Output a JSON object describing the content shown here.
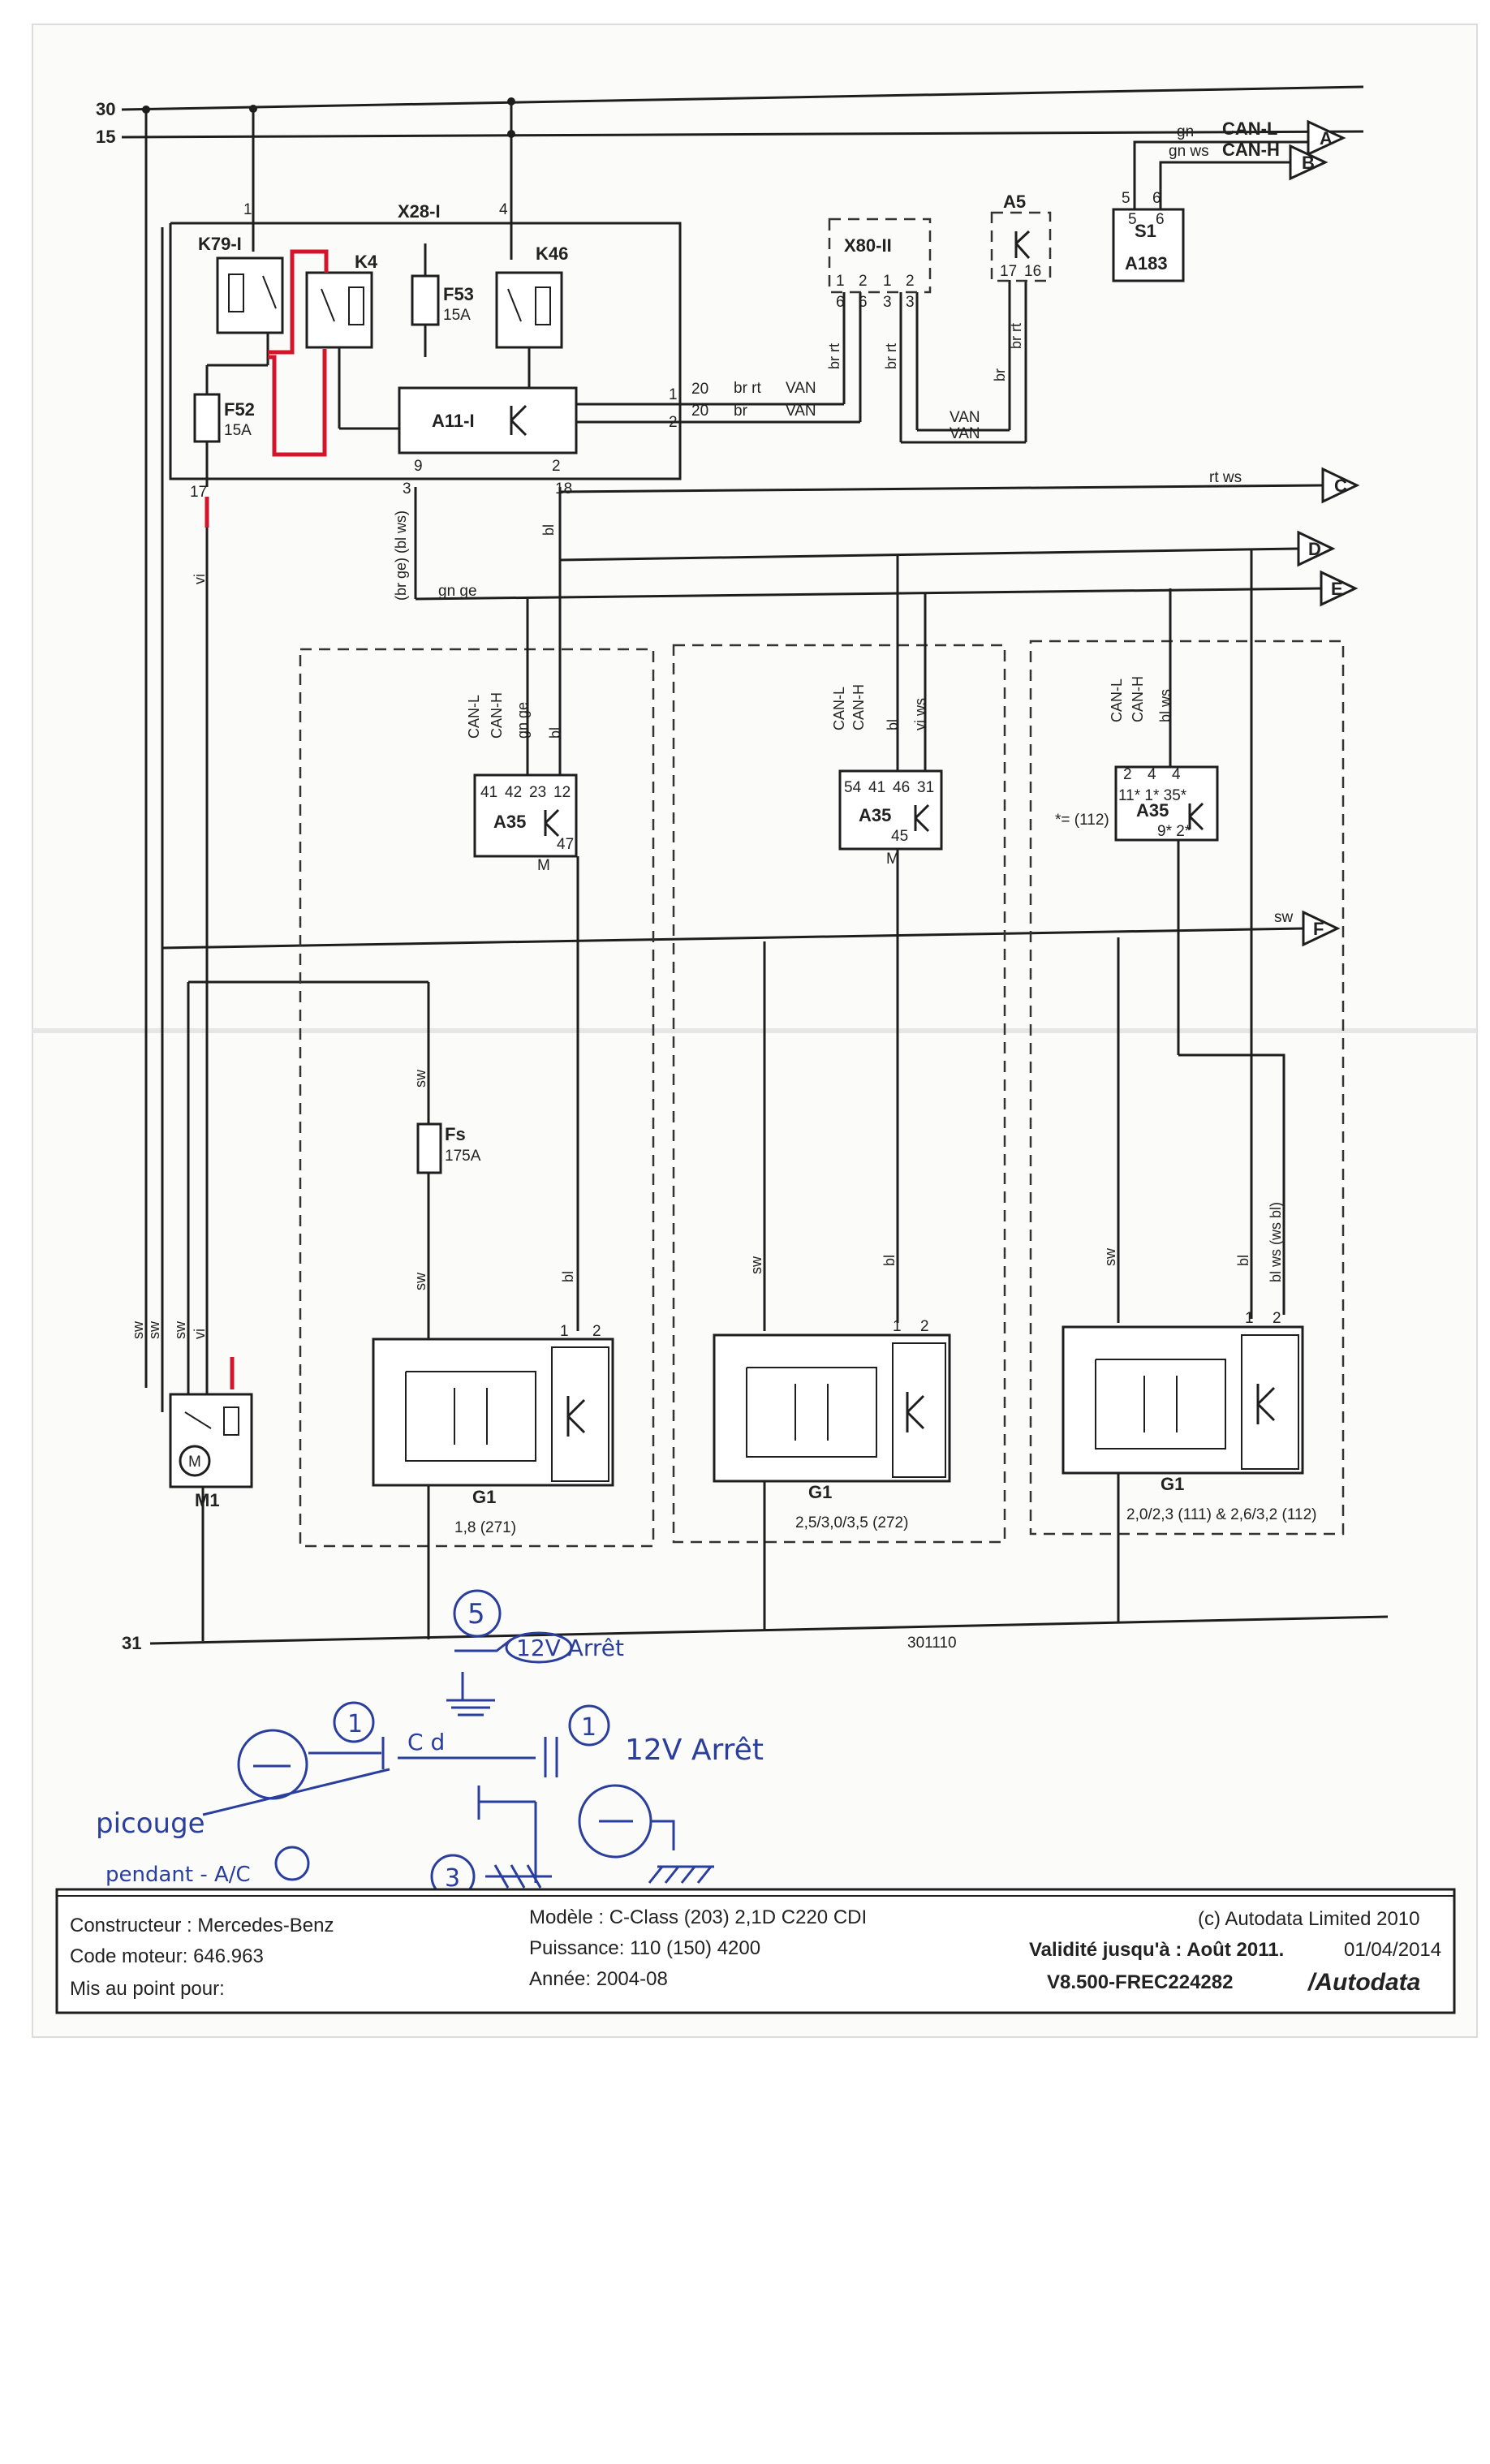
{
  "buses": {
    "b30": "30",
    "b15": "15",
    "b31": "31"
  },
  "modules": {
    "k79": "K79-I",
    "k4": "K4",
    "k46": "K46",
    "x28": "X28-I",
    "f53": "F53",
    "f53_rating": "15A",
    "f52": "F52",
    "f52_rating": "15A",
    "a11": "A11-I",
    "x80": "X80-II",
    "a5": "A5",
    "s1": "S1",
    "a183": "A183",
    "a35": "A35",
    "g1": "G1",
    "m1": "M1",
    "fs": "Fs",
    "fs_rating": "175A"
  },
  "pins": {
    "p1": "1",
    "p2": "2",
    "p3": "3",
    "p4": "4",
    "p5": "5",
    "p6": "6",
    "p9": "9",
    "p12": "12",
    "p16": "16",
    "p17": "17",
    "p18": "18",
    "p20": "20",
    "p23": "23",
    "p31": "31",
    "p41": "41",
    "p42": "42",
    "p46": "46",
    "p47": "47",
    "p54": "54",
    "p45": "45",
    "a35c_top": "11*  1*  35*",
    "a35c_bot": "9*  2*",
    "f": "F",
    "m": "M"
  },
  "wires": {
    "can_l": "CAN-L",
    "can_h": "CAN-H",
    "gn": "gn",
    "gn_ws": "gn ws",
    "br_rt": "br rt",
    "br": "br",
    "van": "VAN",
    "rt_ws": "rt ws",
    "bl": "bl",
    "gn_ge": "gn ge",
    "br_ge_bl_ws": "(br ge) (bl ws)",
    "vi": "vi",
    "sw": "sw",
    "gn_ge_v": "gn ge",
    "vi_ws": "vi ws",
    "bl_ws_v": "bl ws",
    "bl_ws_ws_bl": "bl ws (ws bl)",
    "star_note": "*= (112)"
  },
  "connectors": {
    "A": "A",
    "B": "B",
    "C": "C",
    "D": "D",
    "E": "E",
    "F": "F"
  },
  "variants": {
    "v1": "1,8 (271)",
    "v2": "2,5/3,0/3,5 (272)",
    "v3": "2,0/2,3 (111) & 2,6/3,2 (112)"
  },
  "drawing_ref": "301110",
  "handwritten": {
    "n5": "5",
    "n1a": "1",
    "n1b": "1",
    "n3": "3",
    "note_12v_a": "12V Arrêt",
    "note_12v_b": "12V Arrêt",
    "cd": "C d",
    "left1": "picouge",
    "left2": "pendant  -  A/C"
  },
  "footer": {
    "constructeur": "Constructeur : Mercedes-Benz",
    "code_moteur": "Code moteur: 646.963",
    "mis_au_point": "Mis au point pour:",
    "modele": "Modèle : C-Class (203) 2,1D C220 CDI",
    "puissance": "Puissance: 110 (150) 4200",
    "annee": "Année: 2004-08",
    "copyright": "(c) Autodata Limited 2010",
    "validite": "Validité jusqu'à : Août 2011.",
    "date": "01/04/2014",
    "version": "V8.500-FREC224282",
    "brand": "/Autodata"
  },
  "colors": {
    "ink": "#1e1e1e",
    "red_marker": "#d4142a",
    "blue_pen": "#2a3f9d"
  }
}
